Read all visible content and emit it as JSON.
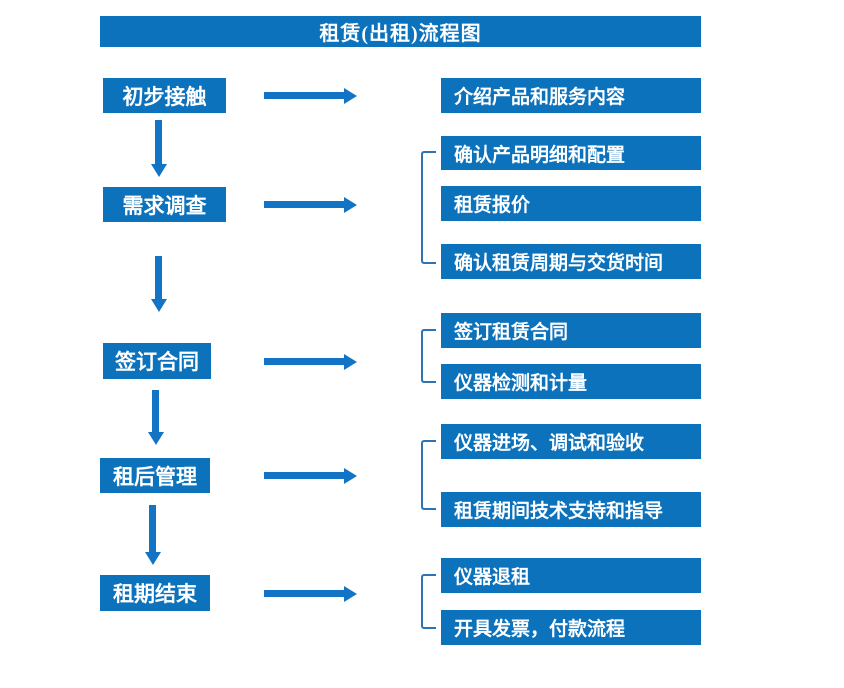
{
  "title": "租赁(出租)流程图",
  "colors": {
    "primary": "#0D72BC",
    "arrow": "#1374C6",
    "bracket": "#2E74B5",
    "text": "#FFFFFF",
    "background": "#FFFFFF"
  },
  "flow": {
    "steps": [
      {
        "label": "初步接触",
        "details": [
          "介绍产品和服务内容"
        ]
      },
      {
        "label": "需求调查",
        "details": [
          "确认产品明细和配置",
          "租赁报价",
          "确认租赁周期与交货时间"
        ]
      },
      {
        "label": "签订合同",
        "details": [
          "签订租赁合同",
          "仪器检测和计量"
        ]
      },
      {
        "label": "租后管理",
        "details": [
          "仪器进场、调试和验收",
          "租赁期间技术支持和指导"
        ]
      },
      {
        "label": "租期结束",
        "details": [
          "仪器退租",
          "开具发票，付款流程"
        ]
      }
    ]
  }
}
